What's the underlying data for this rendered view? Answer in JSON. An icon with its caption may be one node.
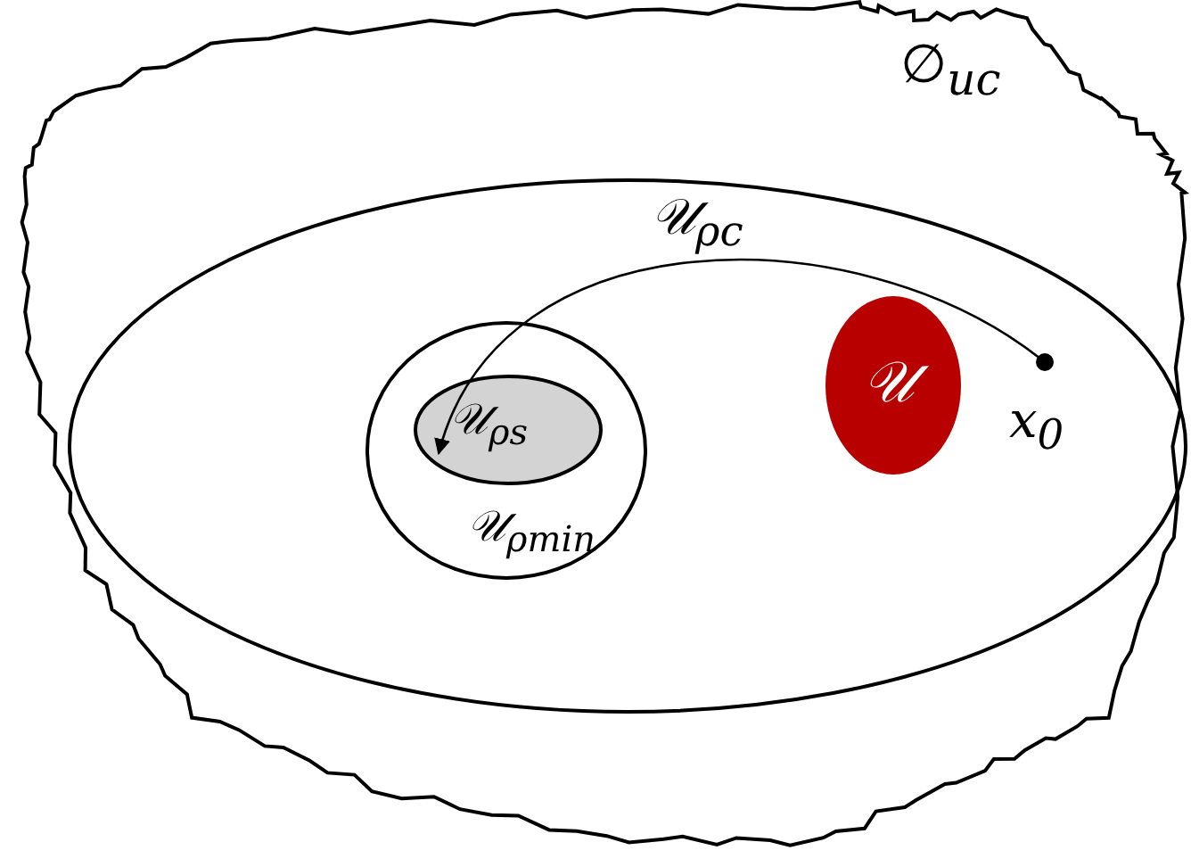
{
  "diagram": {
    "nodes": [
      {
        "text": [
          "∅$_{uc}$"
        ]
      },
      {
        "text": [
          "𝒰$_{ρ}$$_{c}$"
        ],
        "in": 0
      },
      {
        "text": [
          "𝒰$_{ρ}$$_{min}$"
        ],
        "in": 1
      },
      {
        "text": [
          "𝒰$_{ρ}$$_{s}$"
        ],
        "in": 2
      },
      {
        "text": [
          "𝒰"
        ],
        "in": 1
      },
      {
        "text": [],
        "shape": "circle",
        "in": 1,
        "beside": [
          "x$_{0}$"
        ]
      }
    ],
    "edges": [
      {
        "from": 5,
        "to": 3,
        "arrow": "to"
      }
    ]
  }
}
